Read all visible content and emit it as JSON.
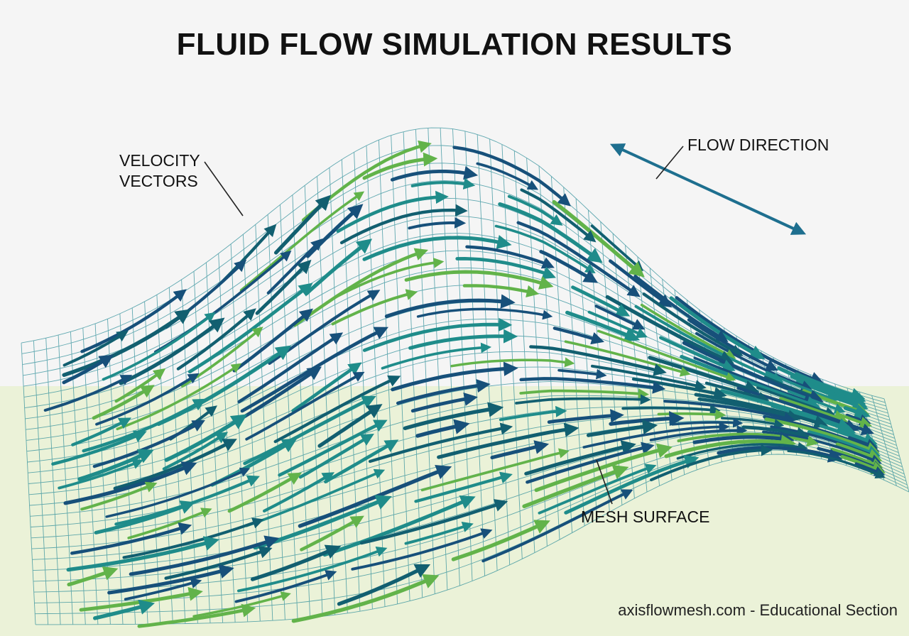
{
  "title": "FLUID FLOW SIMULATION RESULTS",
  "labels": {
    "velocity_line1": "VELOCITY",
    "velocity_line2": "VECTORS",
    "flow_direction": "FLOW DIRECTION",
    "mesh_surface": "MESH SURFACE"
  },
  "footer": "axisflowmesh.com - Educational Section",
  "colors": {
    "mesh": "#2f8f9a",
    "navy": "#17507a",
    "teal": "#1f8c8a",
    "green": "#62b34a",
    "dark_teal": "#125f70",
    "bg_top": "#f5f5f5",
    "bg_bottom": "#ebf2d8"
  }
}
